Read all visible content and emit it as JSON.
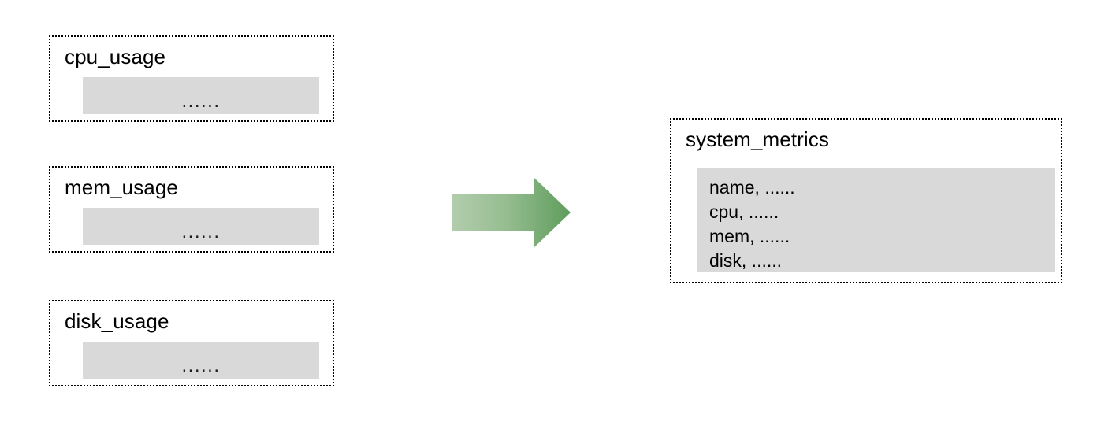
{
  "diagram": {
    "type": "data-consolidation-flow",
    "background_color": "#ffffff",
    "source_tables": [
      {
        "title": "cpu_usage",
        "body_text": "......"
      },
      {
        "title": "mem_usage",
        "body_text": "......"
      },
      {
        "title": "disk_usage",
        "body_text": "......"
      }
    ],
    "target_table": {
      "title": "system_metrics",
      "fields": [
        "name, ......",
        "cpu, ......",
        "mem, ......",
        "disk, ......"
      ]
    },
    "arrow": {
      "name": "merge-arrow",
      "direction": "right",
      "gradient_start_color": "#a9c8a4",
      "gradient_end_color": "#5f9d5c"
    },
    "colors": {
      "border": "#000000",
      "table_body_fill": "#d9d9d9",
      "text": "#000000"
    }
  }
}
